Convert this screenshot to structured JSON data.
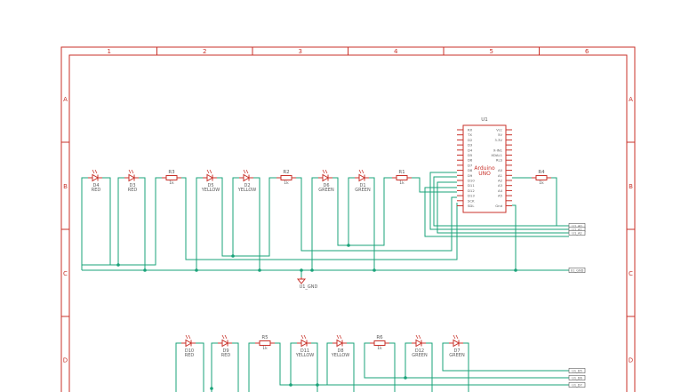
{
  "frame": {
    "columns": [
      "1",
      "2",
      "3",
      "4",
      "5",
      "6"
    ],
    "rows": [
      "A",
      "B",
      "C",
      "D"
    ]
  },
  "colors": {
    "frame": "#c8322a",
    "parts": "#c8322a",
    "wires": "#1aa37a",
    "labels": "#5a5a5a"
  },
  "arduino": {
    "ref": "U1",
    "name_line1": "Arduino",
    "name_line2": "UNO",
    "left_pins": [
      "RX",
      "TX",
      "D2",
      "D3",
      "D4",
      "D5",
      "D6",
      "D7",
      "D8",
      "D9",
      "D10",
      "D11",
      "D12",
      "D13",
      "SCK",
      "SDL"
    ],
    "right_pins": [
      "Vcc",
      "5V",
      "3.3V",
      "",
      "X-IN1",
      "XDAL1",
      "RLS",
      "",
      "A0",
      "A1",
      "A2",
      "A3",
      "A4",
      "A5",
      "",
      "Gnd"
    ]
  },
  "row1_parts": [
    {
      "ref": "D4",
      "value": "RED"
    },
    {
      "ref": "D3",
      "value": "RED"
    },
    {
      "ref": "R3",
      "value": "1k"
    },
    {
      "ref": "D5",
      "value": "YELLOW"
    },
    {
      "ref": "D2",
      "value": "YELLOW"
    },
    {
      "ref": "R2",
      "value": "1k"
    },
    {
      "ref": "D6",
      "value": "GREEN"
    },
    {
      "ref": "D1",
      "value": "GREEN"
    },
    {
      "ref": "R1",
      "value": "1k"
    }
  ],
  "r4": {
    "ref": "R4",
    "value": "1k"
  },
  "row2_parts": [
    {
      "ref": "D10",
      "value": "RED"
    },
    {
      "ref": "D9",
      "value": "RED"
    },
    {
      "ref": "R5",
      "value": "1k"
    },
    {
      "ref": "D11",
      "value": "YELLOW"
    },
    {
      "ref": "D8",
      "value": "YELLOW"
    },
    {
      "ref": "R6",
      "value": "1k"
    },
    {
      "ref": "D12",
      "value": "GREEN"
    },
    {
      "ref": "D7",
      "value": "GREEN"
    }
  ],
  "ground_label": "U1_GND",
  "net_labels_top": [
    "U1_A0",
    "U1_A1",
    "U1_A2"
  ],
  "net_label_gnd": "U1_GND",
  "net_labels_bottom": [
    "U1_D5",
    "U1_D6",
    "U1_D7"
  ]
}
